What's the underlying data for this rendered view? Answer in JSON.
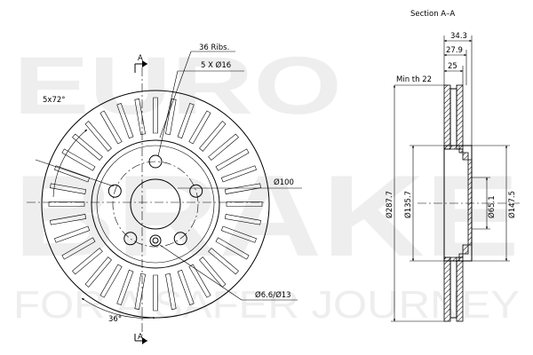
{
  "watermark": {
    "line1": "EURO",
    "line2": "BRAKE",
    "tagline": "FOR A SAFER JOURNEY"
  },
  "front_view": {
    "section_marker": "A",
    "ribs_label": "36 Ribs.",
    "holes_label": "5 X Ø16",
    "bolt_angle_label": "5x72°",
    "rib_angle_label": "36°",
    "pcd_label": "Ø100",
    "small_hole_label": "Ø6.6/Ø13"
  },
  "section_view": {
    "title": "Section A–A",
    "dim_overall_width": "34.3",
    "dim_hat_width": "27.9",
    "dim_thickness": "25",
    "min_thickness": "Min th 22",
    "dim_outer_diameter": "Ø287.7",
    "dim_inner_diameter": "Ø135.7",
    "dim_center_bore": "Ø65.1",
    "dim_hat_diameter": "Ø147.5"
  }
}
